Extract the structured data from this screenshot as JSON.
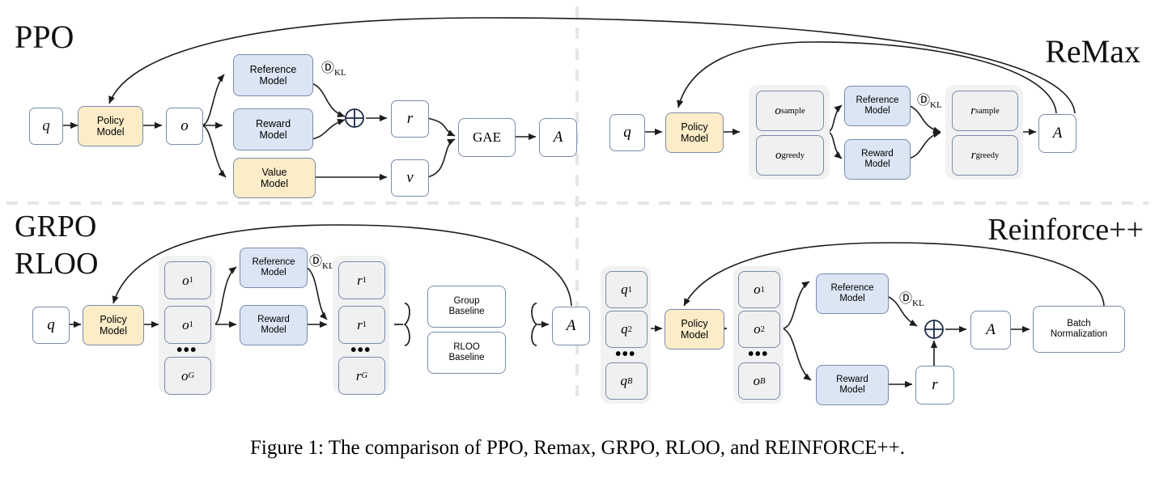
{
  "figure": {
    "caption": "Figure 1: The comparison of PPO, Remax, GRPO, RLOO, and REINFORCE++."
  },
  "colors": {
    "policy_fill": "#fdecc8",
    "policy_stroke": "#7a8bab",
    "model_fill": "#dbe5f4",
    "model_stroke": "#7a8bab",
    "plain_fill": "#ffffff",
    "plain_stroke": "#7a8bab",
    "group_fill": "#f0f0f0",
    "group_stroke": "#7a8bab",
    "column_bg": "#f2f2f2",
    "edge": "#1c1c1c",
    "divider": "#e6e6e6",
    "title_text": "#111111"
  },
  "quadrants": [
    {
      "id": "ppo",
      "title": "PPO",
      "nodes": [
        {
          "name": "input-q",
          "label": "q",
          "kind": "math",
          "style": "plain"
        },
        {
          "name": "policy-model",
          "label": "Policy Model",
          "kind": "text",
          "style": "policy"
        },
        {
          "name": "output-o",
          "label": "o",
          "kind": "math",
          "style": "plain"
        },
        {
          "name": "reference-model",
          "label": "Reference Model",
          "kind": "text",
          "style": "model"
        },
        {
          "name": "reward-model",
          "label": "Reward Model",
          "kind": "text",
          "style": "model"
        },
        {
          "name": "value-model",
          "label": "Value Model",
          "kind": "text",
          "style": "policy"
        },
        {
          "name": "reward-r",
          "label": "r",
          "kind": "math",
          "style": "plain"
        },
        {
          "name": "value-v",
          "label": "v",
          "kind": "math",
          "style": "plain"
        },
        {
          "name": "gae",
          "label": "GAE",
          "kind": "text",
          "style": "plain"
        },
        {
          "name": "advantage-A",
          "label": "A",
          "kind": "math",
          "style": "plain"
        }
      ],
      "annotations": [
        {
          "name": "kl-divergence-label",
          "base": "D",
          "sub": "KL"
        },
        {
          "name": "plus-operator",
          "symbol": "+"
        }
      ]
    },
    {
      "id": "remax",
      "title": "ReMax",
      "nodes": [
        {
          "name": "input-q",
          "label": "q",
          "kind": "math",
          "style": "plain"
        },
        {
          "name": "policy-model",
          "label": "Policy Model",
          "kind": "text",
          "style": "policy"
        },
        {
          "name": "output-o-sample",
          "base": "o",
          "sub": "sample",
          "kind": "mathsub",
          "style": "group"
        },
        {
          "name": "output-o-greedy",
          "base": "o",
          "sub": "greedy",
          "kind": "mathsub",
          "style": "group"
        },
        {
          "name": "reference-model",
          "label": "Reference Model",
          "kind": "text",
          "style": "model"
        },
        {
          "name": "reward-model",
          "label": "Reward Model",
          "kind": "text",
          "style": "model"
        },
        {
          "name": "reward-r-sample",
          "base": "r",
          "sub": "sample",
          "kind": "mathsub",
          "style": "group"
        },
        {
          "name": "reward-r-greedy",
          "base": "r",
          "sub": "greedy",
          "kind": "mathsub",
          "style": "group"
        },
        {
          "name": "advantage-A",
          "label": "A",
          "kind": "math",
          "style": "plain"
        }
      ],
      "annotations": [
        {
          "name": "kl-divergence-label",
          "base": "D",
          "sub": "KL"
        }
      ]
    },
    {
      "id": "grpo-rloo",
      "title": "GRPO",
      "title2": "RLOO",
      "nodes": [
        {
          "name": "input-q",
          "label": "q",
          "kind": "math",
          "style": "plain"
        },
        {
          "name": "policy-model",
          "label": "Policy Model",
          "kind": "text",
          "style": "policy"
        },
        {
          "name": "output-o-1",
          "base": "o",
          "sub": "1",
          "kind": "mathsub",
          "style": "group"
        },
        {
          "name": "output-o-2",
          "base": "o",
          "sub": "1",
          "kind": "mathsub",
          "style": "group"
        },
        {
          "name": "output-o-ellipsis",
          "label": "•••",
          "kind": "dots",
          "style": "none"
        },
        {
          "name": "output-o-G",
          "base": "o",
          "sub": "G",
          "kind": "mathsub-i",
          "style": "group"
        },
        {
          "name": "reference-model",
          "label": "Reference Model",
          "kind": "text",
          "style": "model"
        },
        {
          "name": "reward-model",
          "label": "Reward Model",
          "kind": "text",
          "style": "model"
        },
        {
          "name": "reward-r-1",
          "base": "r",
          "sub": "1",
          "kind": "mathsub",
          "style": "group"
        },
        {
          "name": "reward-r-2",
          "base": "r",
          "sub": "1",
          "kind": "mathsub",
          "style": "group"
        },
        {
          "name": "reward-r-ellipsis",
          "label": "•••",
          "kind": "dots",
          "style": "none"
        },
        {
          "name": "reward-r-G",
          "base": "r",
          "sub": "G",
          "kind": "mathsub-i",
          "style": "group"
        },
        {
          "name": "group-baseline",
          "label": "Group Baseline",
          "kind": "text",
          "style": "plain"
        },
        {
          "name": "rloo-baseline",
          "label": "RLOO Baseline",
          "kind": "text",
          "style": "plain"
        },
        {
          "name": "advantage-A",
          "label": "A",
          "kind": "math",
          "style": "plain"
        }
      ],
      "annotations": [
        {
          "name": "kl-divergence-label",
          "base": "D",
          "sub": "KL"
        }
      ]
    },
    {
      "id": "reinforce-pp",
      "title": "Reinforce++",
      "nodes": [
        {
          "name": "input-q-1",
          "base": "q",
          "sub": "1",
          "kind": "mathsub",
          "style": "group"
        },
        {
          "name": "input-q-2",
          "base": "q",
          "sub": "2",
          "kind": "mathsub",
          "style": "group"
        },
        {
          "name": "input-q-ellipsis",
          "label": "•••",
          "kind": "dots",
          "style": "none"
        },
        {
          "name": "input-q-B",
          "base": "q",
          "sub": "B",
          "kind": "mathsub-i",
          "style": "group"
        },
        {
          "name": "policy-model",
          "label": "Policy Model",
          "kind": "text",
          "style": "policy"
        },
        {
          "name": "output-o-1",
          "base": "o",
          "sub": "1",
          "kind": "mathsub",
          "style": "group"
        },
        {
          "name": "output-o-2",
          "base": "o",
          "sub": "2",
          "kind": "mathsub",
          "style": "group"
        },
        {
          "name": "output-o-ellipsis",
          "label": "•••",
          "kind": "dots",
          "style": "none"
        },
        {
          "name": "output-o-B",
          "base": "o",
          "sub": "B",
          "kind": "mathsub-i",
          "style": "group"
        },
        {
          "name": "reference-model",
          "label": "Reference Model",
          "kind": "text",
          "style": "model"
        },
        {
          "name": "reward-model",
          "label": "Reward Model",
          "kind": "text",
          "style": "model"
        },
        {
          "name": "reward-r",
          "label": "r",
          "kind": "math",
          "style": "plain"
        },
        {
          "name": "advantage-A",
          "label": "A",
          "kind": "math",
          "style": "plain"
        },
        {
          "name": "batch-normalization",
          "label": "Batch Normalization",
          "kind": "text",
          "style": "plain"
        }
      ],
      "annotations": [
        {
          "name": "kl-divergence-label",
          "base": "D",
          "sub": "KL"
        },
        {
          "name": "plus-operator",
          "symbol": "+"
        }
      ]
    }
  ],
  "labels": {
    "policy_model_line1": "Policy",
    "policy_model_line2": "Model",
    "reference_model_line1": "Reference",
    "reference_model_line2": "Model",
    "reward_model_line1": "Reward",
    "reward_model_line2": "Model",
    "value_model_line1": "Value",
    "value_model_line2": "Model",
    "group_baseline_line1": "Group",
    "group_baseline_line2": "Baseline",
    "rloo_baseline_line1": "RLOO",
    "rloo_baseline_line2": "Baseline",
    "batch_norm_line1": "Batch",
    "batch_norm_line2": "Normalization",
    "gae": "GAE",
    "q": "q",
    "o": "o",
    "r": "r",
    "v": "v",
    "A": "A",
    "kl_base": "Ⓓ",
    "kl_sub": "KL",
    "ellipsis": "•••",
    "sub_sample": "sample",
    "sub_greedy": "greedy",
    "sub_1": "1",
    "sub_2": "2",
    "sub_G": "G",
    "sub_B": "B"
  },
  "titles": {
    "ppo": "PPO",
    "remax": "ReMax",
    "grpo": "GRPO",
    "rloo": "RLOO",
    "reinforce": "Reinforce++"
  }
}
